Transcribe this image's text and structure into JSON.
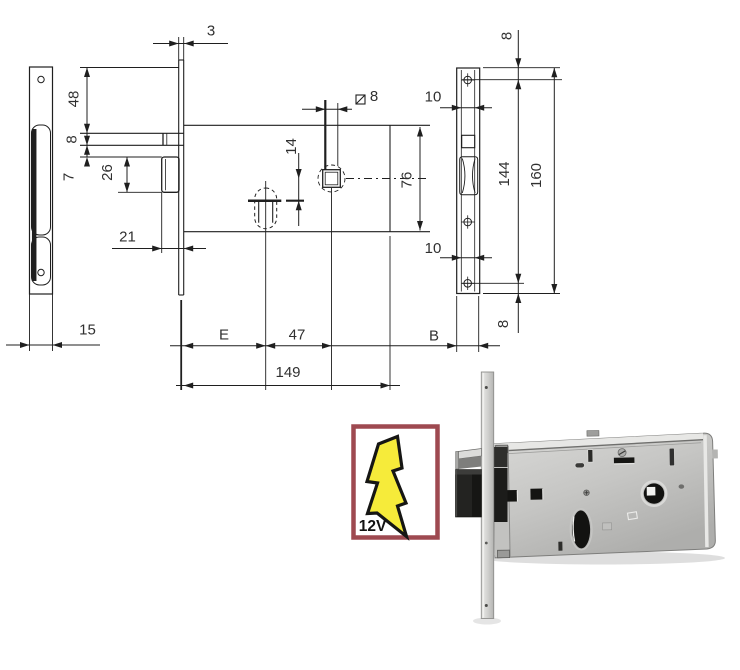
{
  "drawing": {
    "faceplate_thickness": "3",
    "left_plate": {
      "width": "15"
    },
    "edge_view": {
      "top_to_latch": "48",
      "latch_height": "8",
      "latch_gap": "7",
      "bolt_height": "26",
      "bolt_projection": "21"
    },
    "body": {
      "spindle_square": "8",
      "spindle_offset": "14",
      "height": "76",
      "backset": "E",
      "cylinder_to_spindle": "47",
      "length": "149"
    },
    "right_plate": {
      "top_edge": "8",
      "slot_width_top": "10",
      "slot_width_bottom": "10",
      "hole_spacing": "144",
      "height": "160",
      "bottom_edge": "8",
      "width": "B"
    }
  },
  "badge": {
    "label": "12V"
  },
  "icons": {
    "badge_icon": "lightning-bolt-icon"
  },
  "colors": {
    "line": "#1f1f1f",
    "text": "#303030",
    "badge_border": "#9e4950",
    "bolt_yellow": "#f6eb3a",
    "metal_light": "#dcdcda",
    "metal_dark": "#1a1a18"
  }
}
